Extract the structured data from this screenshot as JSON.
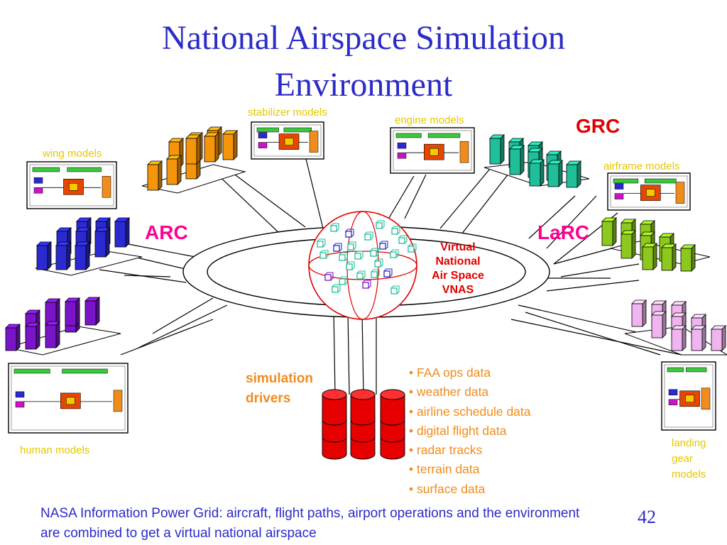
{
  "title": {
    "line1": "National Airspace Simulation",
    "line2": "Environment"
  },
  "sites": {
    "grc": "GRC",
    "arc": "ARC",
    "larc": "LaRC"
  },
  "models": {
    "stabilizer": "stabilizer models",
    "engine": "engine models",
    "wing": "wing models",
    "airframe": "airframe models",
    "human": "human models",
    "landing_gear": [
      "landing",
      "gear",
      "models"
    ]
  },
  "center": {
    "lines": [
      "Virtual",
      "National",
      "Air Space",
      "VNAS"
    ]
  },
  "drivers": {
    "lines": [
      "simulation",
      "drivers"
    ]
  },
  "data_sources": [
    "• FAA ops data",
    "• weather data",
    "• airline schedule data",
    "• digital flight data",
    "• radar tracks",
    "• terrain data",
    "• surface data"
  ],
  "footer": {
    "line1": "NASA Information Power Grid: aircraft, flight paths, airport operations and the environment",
    "line2": "are combined to get a virtual national airspace"
  },
  "page_number": "42",
  "colors": {
    "title": "#2b2bc8",
    "site_label": "#ff0090",
    "grc_label": "#e00000",
    "yellow_label": "#e6c800",
    "orange_text": "#f08c1e",
    "cluster_orange": "#f5960a",
    "cluster_teal": "#1fbf9a",
    "cluster_blue": "#2a2ad0",
    "cluster_green": "#8cc81e",
    "cluster_purple": "#7a14c8",
    "cluster_pink": "#f0b4f0",
    "database_red": "#e60000"
  }
}
